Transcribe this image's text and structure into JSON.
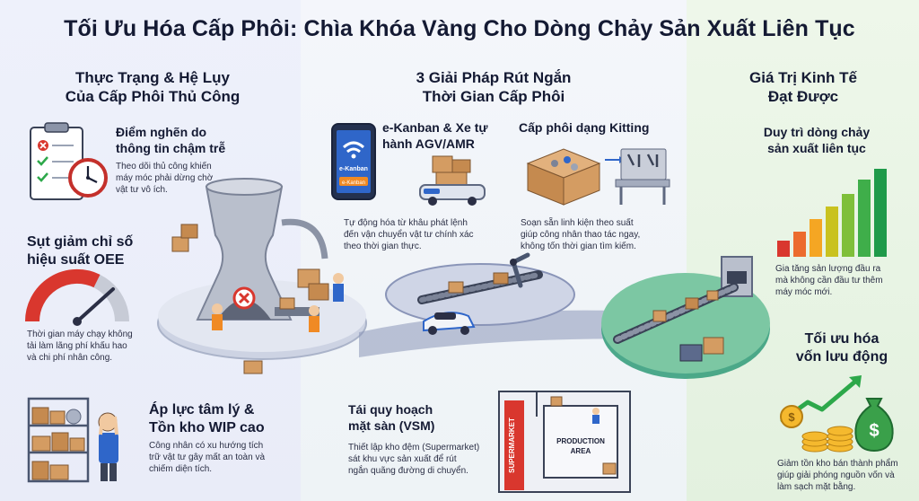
{
  "title": "Tối Ưu Hóa Cấp Phôi: Chìa Khóa Vàng Cho Dòng Chảy Sản Xuất Liên Tục",
  "left": {
    "title_line1": "Thực Trạng & Hệ Lụy",
    "title_line2": "Của Cấp Phôi Thủ Công",
    "item1": {
      "heading_line1": "Điểm nghẽn do",
      "heading_line2": "thông tin chậm trễ",
      "desc_line1": "Theo dõi thủ công khiến",
      "desc_line2": "máy móc phải dừng chờ",
      "desc_line3": "vật tư vô ích."
    },
    "item2": {
      "heading_line1": "Sụt giảm chỉ số",
      "heading_line2": "hiệu suất OEE",
      "desc_line1": "Thời gian máy chạy không",
      "desc_line2": "tải làm lãng phí khấu hao",
      "desc_line3": "và chi phí nhân công."
    },
    "item3": {
      "heading_line1": "Áp lực tâm lý &",
      "heading_line2": "Tồn kho WIP cao",
      "desc_line1": "Công nhân có xu hướng tích",
      "desc_line2": "trữ vật tư gây mất an toàn và",
      "desc_line3": "chiếm diện tích."
    }
  },
  "middle": {
    "title_line1": "3 Giải Pháp Rút Ngắn",
    "title_line2": "Thời Gian Cấp Phôi",
    "item1": {
      "heading_line1": "e-Kanban & Xe tự",
      "heading_line2": "hành AGV/AMR",
      "desc_line1": "Tự động hóa từ khâu phát lệnh",
      "desc_line2": "đến vận chuyển vật tư chính xác",
      "desc_line3": "theo thời gian thực.",
      "tablet_label1": "e-Kanban",
      "tablet_label2": "e-Kanban"
    },
    "item2": {
      "heading": "Cấp phôi dạng Kitting",
      "desc_line1": "Soạn sẵn linh kiện theo suất",
      "desc_line2": "giúp công nhân thao tác ngay,",
      "desc_line3": "không tốn thời gian tìm kiếm."
    },
    "item3": {
      "heading_line1": "Tái quy hoạch",
      "heading_line2": "mặt sàn (VSM)",
      "desc_line1": "Thiết lập kho đệm (Supermarket)",
      "desc_line2": "sát khu vực sản xuất để rút",
      "desc_line3": "ngắn quãng đường di chuyển.",
      "map_label_supermarket": "SUPERMARKET",
      "map_label_production1": "PRODUCTION",
      "map_label_production2": "AREA"
    }
  },
  "right": {
    "title_line1": "Giá Trị Kinh Tế",
    "title_line2": "Đạt Được",
    "item1": {
      "heading_line1": "Duy trì dòng chảy",
      "heading_line2": "sản xuất liên tục",
      "desc_line1": "Gia tăng sản lượng đầu ra",
      "desc_line2": "mà không cần đầu tư thêm",
      "desc_line3": "máy móc mới."
    },
    "item2": {
      "heading_line1": "Tối ưu hóa",
      "heading_line2": "vốn lưu động",
      "desc_line1": "Giảm tồn kho bán thành phẩm",
      "desc_line2": "giúp giải phóng nguồn vốn và",
      "desc_line3": "làm sạch mặt bằng."
    }
  },
  "colors": {
    "left_bg": "#eef1fb",
    "middle_bg": "#f2f5f8",
    "right_bg": "#e8f4e4",
    "alert_red": "#d9372e",
    "accent_blue": "#2f66c9",
    "growth_green": "#2da84a",
    "box_brown": "#c58a4f"
  }
}
